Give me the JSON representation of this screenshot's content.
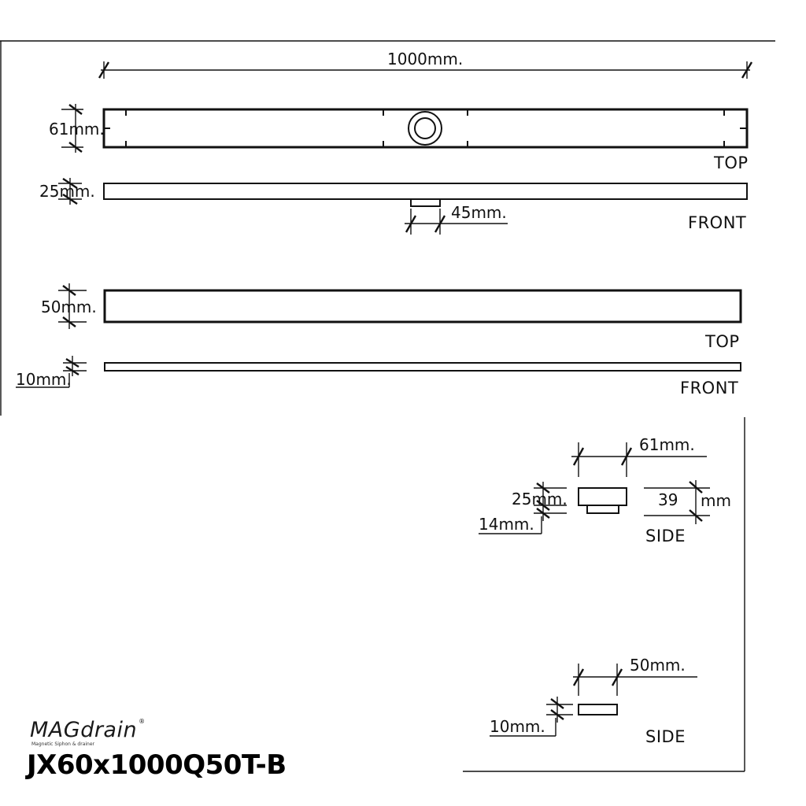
{
  "drawing": {
    "grate_length": "1000mm.",
    "grate_top_width": "61mm.",
    "grate_front_height": "25mm.",
    "outlet_width": "45mm.",
    "cover_top_width": "50mm.",
    "cover_front_height": "10mm.",
    "side1_width": "61mm.",
    "side1_height": "25mm.",
    "side1_lower": "14mm.",
    "side1_inner": "39",
    "side1_inner_unit": "mm",
    "side2_width": "50mm.",
    "side2_height": "10mm."
  },
  "views": {
    "top": "TOP",
    "front": "FRONT",
    "side": "SIDE"
  },
  "brand": {
    "logo": "MAGdrain",
    "registered": "®",
    "tagline": "Magnetic Siphon & drainer",
    "model": "JX60x1000Q50T-B"
  }
}
